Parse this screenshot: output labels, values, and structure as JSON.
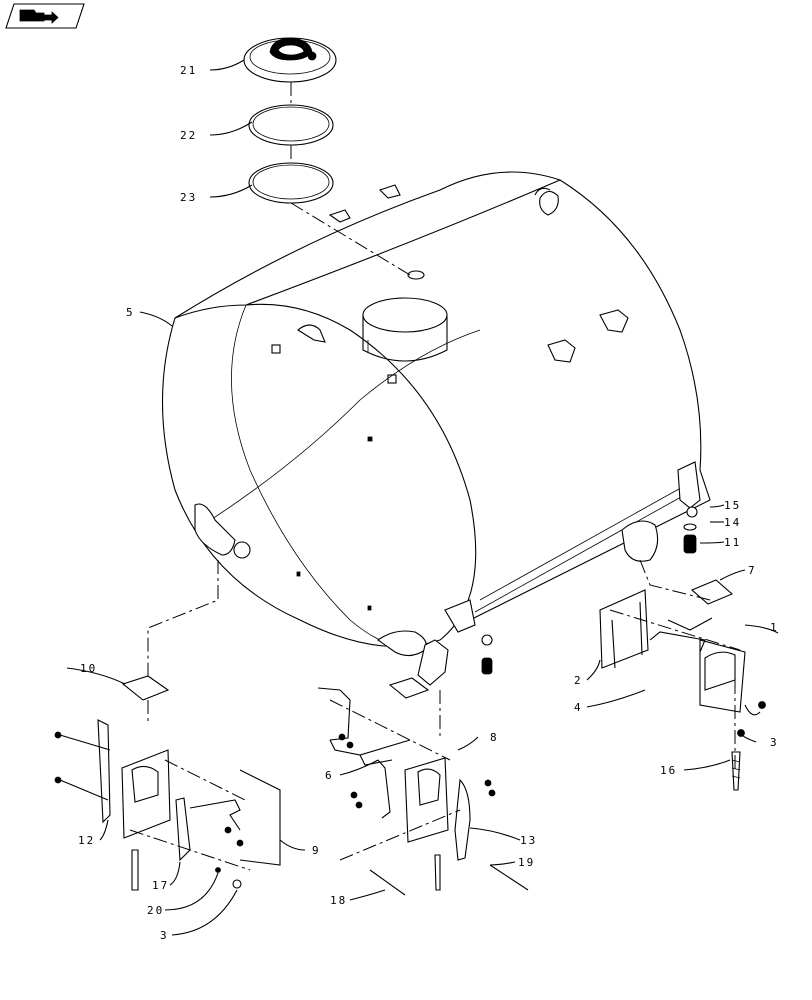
{
  "callouts": [
    {
      "id": "c1",
      "text": "1"
    },
    {
      "id": "c2",
      "text": "2"
    },
    {
      "id": "c3a",
      "text": "3"
    },
    {
      "id": "c3b",
      "text": "3"
    },
    {
      "id": "c4",
      "text": "4"
    },
    {
      "id": "c5",
      "text": "5"
    },
    {
      "id": "c6",
      "text": "6"
    },
    {
      "id": "c7",
      "text": "7"
    },
    {
      "id": "c8",
      "text": "8"
    },
    {
      "id": "c9",
      "text": "9"
    },
    {
      "id": "c10",
      "text": "10"
    },
    {
      "id": "c11",
      "text": "11"
    },
    {
      "id": "c12",
      "text": "12"
    },
    {
      "id": "c13",
      "text": "13"
    },
    {
      "id": "c14",
      "text": "14"
    },
    {
      "id": "c15",
      "text": "15"
    },
    {
      "id": "c16",
      "text": "16"
    },
    {
      "id": "c17",
      "text": "17"
    },
    {
      "id": "c18",
      "text": "18"
    },
    {
      "id": "c19",
      "text": "19"
    },
    {
      "id": "c20",
      "text": "20"
    },
    {
      "id": "c21",
      "text": "21"
    },
    {
      "id": "c22",
      "text": "22"
    },
    {
      "id": "c23",
      "text": "23"
    }
  ],
  "icons": {
    "corner": "folder-arrow-icon"
  }
}
